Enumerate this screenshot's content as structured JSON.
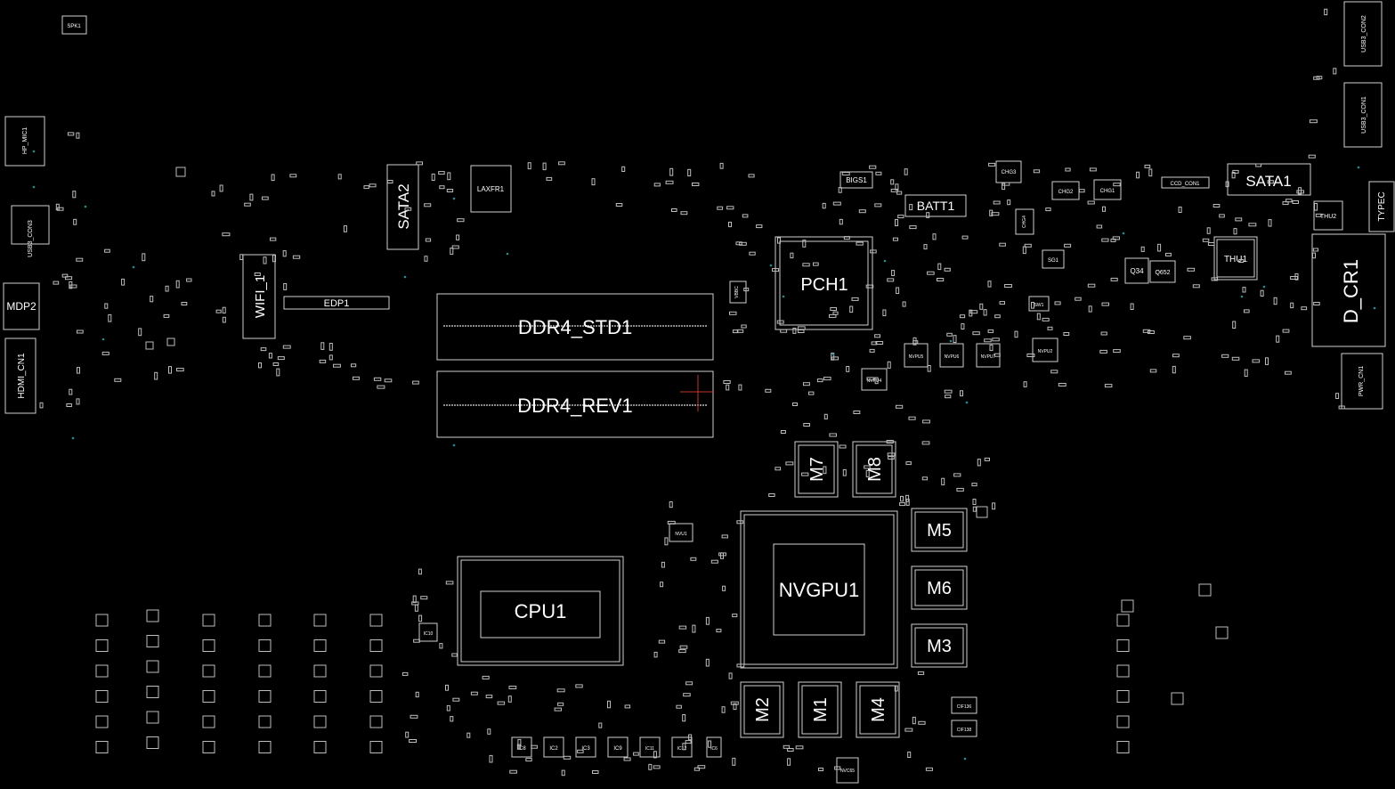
{
  "board": {
    "background": "#000000",
    "outline_color": "#cfcfcf",
    "label_color": "#ffffff",
    "testpoint_color": "#2a8c8c",
    "marker_color": "#c0392b"
  },
  "labels": {
    "spk1": "SPK1",
    "hp_mic1": "HP_MIC1",
    "usb3_con3": "USB3_CON3",
    "mdp2": "MDP2",
    "hdmi_cn1": "HDMI_CN1",
    "wifi_1": "WIFI_1",
    "edp1": "EDP1",
    "sata2": "SATA2",
    "laxfr1": "LAXFR1",
    "ddr4_std1": "DDR4_STD1",
    "ddr4_rev1": "DDR4_REV1",
    "bigs1": "BIGS1",
    "batt1": "BATT1",
    "pch1": "PCH1",
    "vbbc": "VBBC",
    "chg3": "CHG3",
    "chg2": "CHG2",
    "chg1": "CHG1",
    "chg4": "CHG4",
    "sg1": "SG1",
    "sw1": "SW1",
    "ccd_con1": "CCD_CON1",
    "sata1": "SATA1",
    "thu2": "THU2",
    "typec": "TYPEC",
    "thu1": "THU1",
    "q34": "Q34",
    "q652": "Q652",
    "usb3_con2": "USB3_CON2",
    "usb3_con1": "USB3_CON1",
    "d_cr1": "D_CR1",
    "pwr_cn1": "PWR_CN1",
    "nvpu5": "NVPU5",
    "nvpu6": "NVPU6",
    "nvpu7": "NVPU7",
    "nvpu2": "NVPU2",
    "nvpu4": "NVPU4",
    "nvu1": "NVU1",
    "m7": "M7",
    "m8": "M8",
    "m5": "M5",
    "m6": "M6",
    "m3": "M3",
    "m2": "M2",
    "m1": "M1",
    "m4": "M4",
    "nvgpu1": "NVGPU1",
    "cpu1": "CPU1",
    "ic10": "IC10",
    "ic8": "IC8",
    "ic2": "IC2",
    "ic3": "IC3",
    "ic9": "IC9",
    "ic11": "IC11",
    "ic12": "IC12",
    "ic6": "IC6",
    "nvc65": "NVC65",
    "cif136": "CIF136",
    "cif138": "CIF138"
  }
}
